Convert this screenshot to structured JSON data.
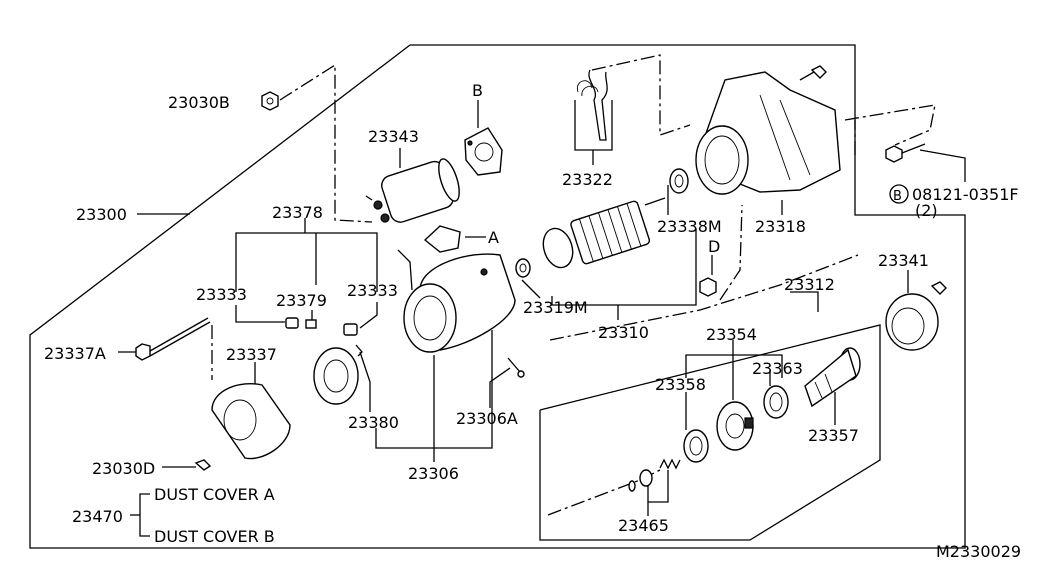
{
  "labels": {
    "p23030B": "23030B",
    "p23343": "23343",
    "pB": "B",
    "p23322": "23322",
    "p23300": "23300",
    "p23378": "23378",
    "pA": "A",
    "p23338M": "23338M",
    "p23318": "23318",
    "pD": "D",
    "bolt_code": "08121-0351F",
    "bolt_circle": "B",
    "bolt_qty": "(2)",
    "p23341": "23341",
    "p23333_left": "23333",
    "p23379": "23379",
    "p23333_right": "23333",
    "p23319M": "23319M",
    "p23312": "23312",
    "p23337A": "23337A",
    "p23337": "23337",
    "p23310": "23310",
    "p23354": "23354",
    "p23363": "23363",
    "p23358": "23358",
    "p23380": "23380",
    "p23306A": "23306A",
    "p23357": "23357",
    "p23030D": "23030D",
    "p23306": "23306",
    "p23470": "23470",
    "dust_a": "DUST COVER A",
    "dust_b": "DUST COVER B",
    "p23465": "23465",
    "figure_id": "M2330029"
  }
}
